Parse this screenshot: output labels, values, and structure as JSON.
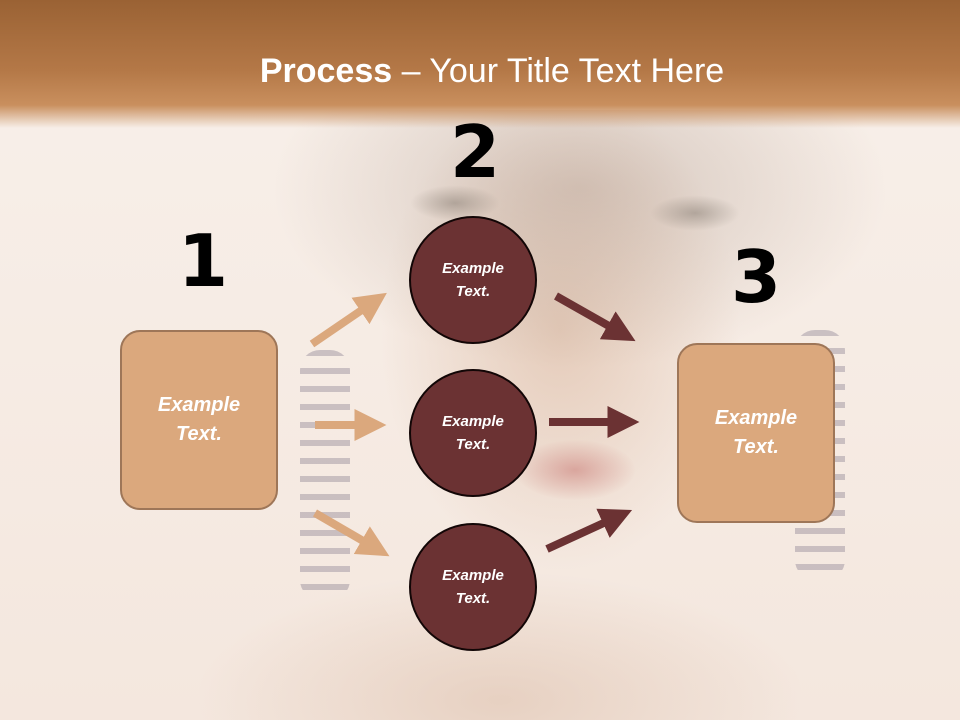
{
  "title": {
    "bold": "Process",
    "rest": " – Your Title Text Here"
  },
  "steps": [
    {
      "number": "1",
      "line1": "Example",
      "line2": "Text."
    },
    {
      "number": "2",
      "line1": "Example",
      "line2": "Text."
    },
    {
      "number": "3",
      "line1": "Example",
      "line2": "Text."
    }
  ],
  "circles": [
    {
      "line1": "Example",
      "line2": "Text."
    },
    {
      "line1": "Example",
      "line2": "Text."
    },
    {
      "line1": "Example",
      "line2": "Text."
    }
  ],
  "colors": {
    "title_bar": "#b47847",
    "box_fill": "#dba87d",
    "circle_fill": "#6b3233",
    "arrow_light": "#dba87d",
    "arrow_dark": "#6b3233"
  }
}
